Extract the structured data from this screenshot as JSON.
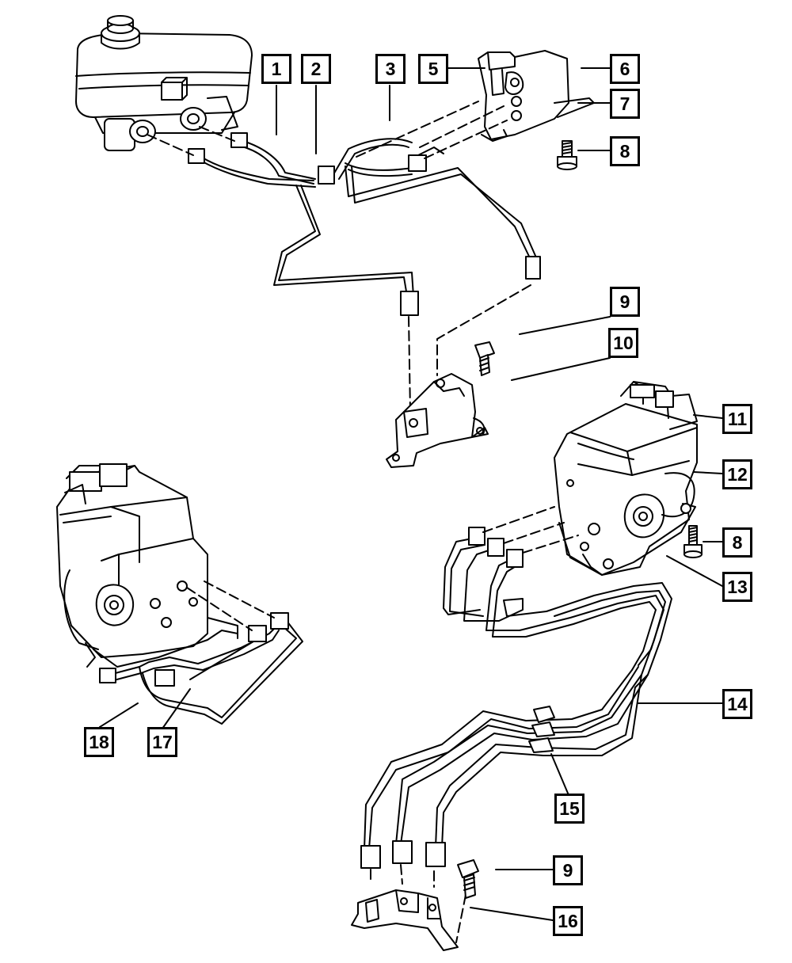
{
  "diagram": {
    "callouts": [
      {
        "id": "c1",
        "label": "1"
      },
      {
        "id": "c2",
        "label": "2"
      },
      {
        "id": "c3",
        "label": "3"
      },
      {
        "id": "c5",
        "label": "5"
      },
      {
        "id": "c6",
        "label": "6"
      },
      {
        "id": "c7",
        "label": "7"
      },
      {
        "id": "c8a",
        "label": "8"
      },
      {
        "id": "c9a",
        "label": "9"
      },
      {
        "id": "c10",
        "label": "10"
      },
      {
        "id": "c11",
        "label": "11"
      },
      {
        "id": "c12",
        "label": "12"
      },
      {
        "id": "c8b",
        "label": "8"
      },
      {
        "id": "c13",
        "label": "13"
      },
      {
        "id": "c14",
        "label": "14"
      },
      {
        "id": "c15",
        "label": "15"
      },
      {
        "id": "c9b",
        "label": "9"
      },
      {
        "id": "c16",
        "label": "16"
      },
      {
        "id": "c17",
        "label": "17"
      },
      {
        "id": "c18",
        "label": "18"
      }
    ]
  }
}
